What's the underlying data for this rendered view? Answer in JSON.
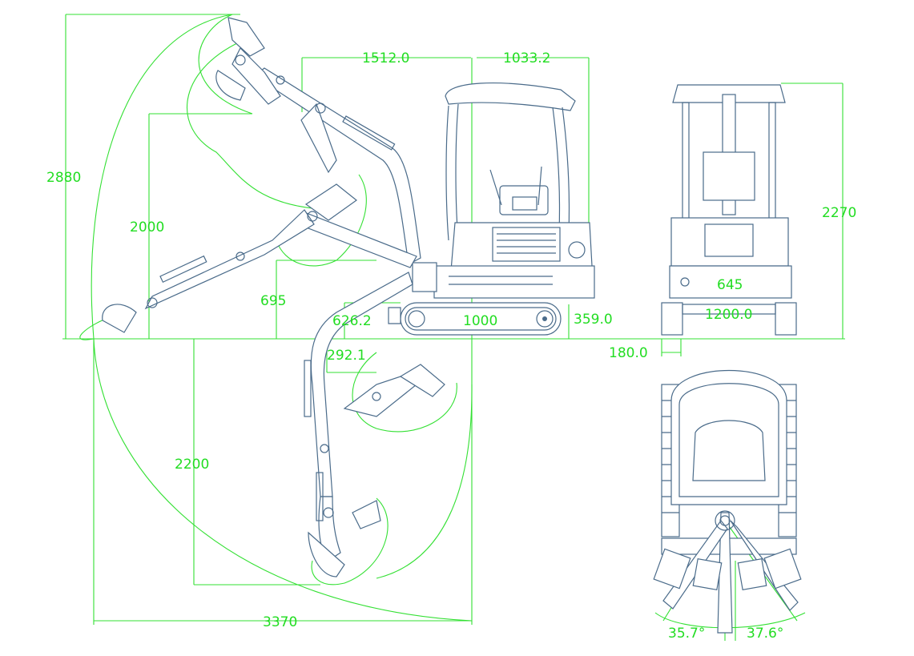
{
  "drawing": {
    "dimensions": {
      "max_height": "2880",
      "boom_reach": "1512.0",
      "rear_length": "1033.2",
      "dig_mid_height": "2000",
      "canopy_height": "2270",
      "offset_height": "695",
      "track_length": "1000",
      "track_height": "359.0",
      "partial_626": "626.2",
      "partial_292": "292.1",
      "track_width": "1200.0",
      "track_gap": "180.0",
      "dig_depth": "2200",
      "max_reach": "3370",
      "swing_left": "35.7°",
      "swing_right": "37.6°",
      "blade_label": "645"
    }
  }
}
